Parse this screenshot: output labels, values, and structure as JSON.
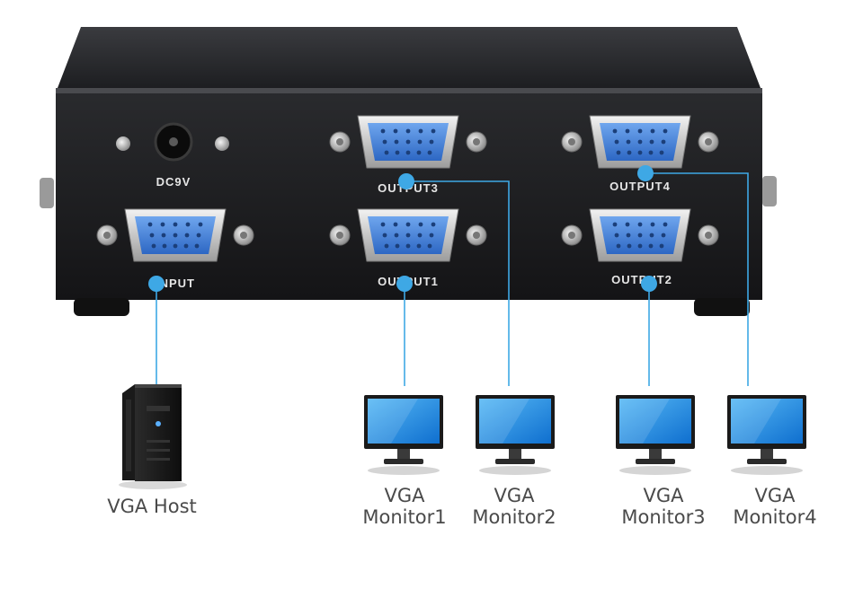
{
  "device": {
    "power_label": "DC9V",
    "ports": {
      "input": "INPUT",
      "output1": "OUTPUT1",
      "output2": "OUTPUT2",
      "output3": "OUTPUT3",
      "output4": "OUTPUT4"
    }
  },
  "devices": {
    "host": "VGA Host",
    "monitor1": {
      "line1": "VGA",
      "line2": "Monitor1"
    },
    "monitor2": {
      "line1": "VGA",
      "line2": "Monitor2"
    },
    "monitor3": {
      "line1": "VGA",
      "line2": "Monitor3"
    },
    "monitor4": {
      "line1": "VGA",
      "line2": "Monitor4"
    }
  },
  "colors": {
    "connector_line": "#3ea8e5",
    "dot": "#3ea8e5",
    "port_blue": "#3f7fd6",
    "chassis": "#1f1f22",
    "screen": "#1e90e8"
  }
}
